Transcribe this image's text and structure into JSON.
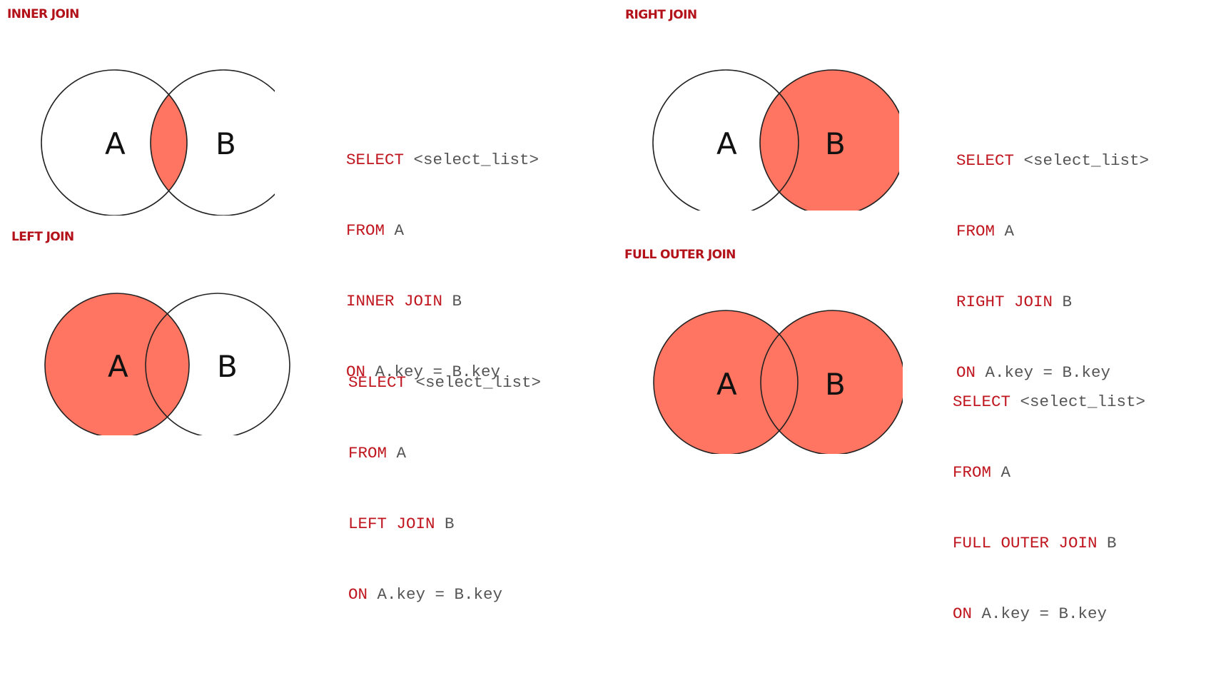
{
  "colors": {
    "title": "#b3121a",
    "keyword": "#c0161f",
    "sql_text": "#555555",
    "fill": "#ff7561",
    "outline": "#222222"
  },
  "panels": [
    {
      "id": "inner",
      "title": "INNER JOIN",
      "highlight": "intersection",
      "circle_labels": [
        "A",
        "B"
      ],
      "sql": [
        {
          "kw": "SELECT",
          "rest": " <select_list>"
        },
        {
          "kw": "FROM",
          "rest": " A"
        },
        {
          "kw": "INNER JOIN",
          "rest": " B"
        },
        {
          "kw": "ON",
          "rest": " A.key = B.key"
        }
      ]
    },
    {
      "id": "right",
      "title": "RIGHT JOIN",
      "highlight": "right",
      "circle_labels": [
        "A",
        "B"
      ],
      "sql": [
        {
          "kw": "SELECT",
          "rest": " <select_list>"
        },
        {
          "kw": "FROM",
          "rest": " A"
        },
        {
          "kw": "RIGHT JOIN",
          "rest": " B"
        },
        {
          "kw": "ON",
          "rest": " A.key = B.key"
        }
      ]
    },
    {
      "id": "left",
      "title": "LEFT JOIN",
      "highlight": "left",
      "circle_labels": [
        "A",
        "B"
      ],
      "sql": [
        {
          "kw": "SELECT",
          "rest": " <select_list>"
        },
        {
          "kw": "FROM",
          "rest": " A"
        },
        {
          "kw": "LEFT JOIN",
          "rest": " B"
        },
        {
          "kw": "ON",
          "rest": " A.key = B.key"
        }
      ]
    },
    {
      "id": "full",
      "title": "FULL OUTER JOIN",
      "highlight": "both",
      "circle_labels": [
        "A",
        "B"
      ],
      "sql": [
        {
          "kw": "SELECT",
          "rest": " <select_list>"
        },
        {
          "kw": "FROM",
          "rest": " A"
        },
        {
          "kw": "FULL OUTER JOIN",
          "rest": " B"
        },
        {
          "kw": "ON",
          "rest": " A.key = B.key"
        }
      ]
    }
  ]
}
